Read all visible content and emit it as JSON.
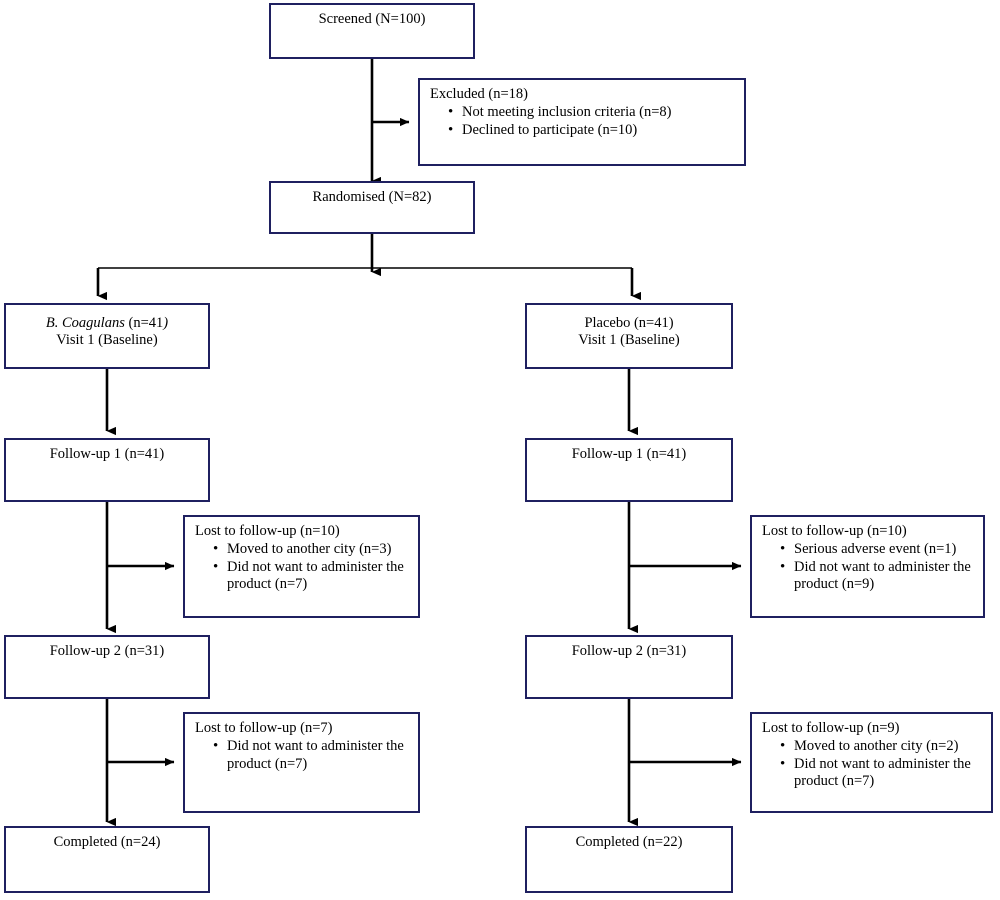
{
  "diagram": {
    "type": "consort-flow-diagram",
    "title": "CONSORT participant flow diagram",
    "colors": {
      "box_border": "#1f2060",
      "connector": "#000000",
      "background": "#ffffff",
      "text": "#000000"
    }
  },
  "nodes": {
    "screened": {
      "label": "Screened (N=100)",
      "count": 100
    },
    "excluded": {
      "heading": "Excluded (n=18)",
      "count": 18,
      "reasons": [
        "Not meeting inclusion criteria (n=8)",
        "Declined to participate (n=10)"
      ]
    },
    "randomised": {
      "label": "Randomised (N=82)",
      "count": 82
    },
    "arm_treatment": {
      "line1_italic": "B. Coagulans",
      "line1_rest": " (n=41",
      "line1_tail": ")",
      "line2": "Visit 1 (Baseline)",
      "count": 41
    },
    "arm_placebo": {
      "line1": "Placebo (n=41)",
      "line2": "Visit 1 (Baseline)",
      "count": 41
    },
    "treatment_followup1": {
      "label": "Follow-up 1 (n=41)",
      "count": 41
    },
    "placebo_followup1": {
      "label": "Follow-up 1 (n=41)",
      "count": 41
    },
    "treatment_lost1": {
      "heading": "Lost to follow-up (n=10)",
      "count": 10,
      "reasons": [
        "Moved to another city (n=3)",
        "Did not want to administer the product (n=7)"
      ]
    },
    "placebo_lost1": {
      "heading": "Lost to follow-up (n=10)",
      "count": 10,
      "reasons": [
        "Serious adverse event (n=1)",
        "Did not want to administer the product (n=9)"
      ]
    },
    "treatment_followup2": {
      "label": "Follow-up 2 (n=31)",
      "count": 31
    },
    "placebo_followup2": {
      "label": "Follow-up 2 (n=31)",
      "count": 31
    },
    "treatment_lost2": {
      "heading": "Lost to follow-up (n=7)",
      "count": 7,
      "reasons": [
        "Did not want to administer the product (n=7)"
      ]
    },
    "placebo_lost2": {
      "heading": "Lost to follow-up (n=9)",
      "count": 9,
      "reasons": [
        "Moved to another city (n=2)",
        "Did not want to administer the product (n=7)"
      ]
    },
    "treatment_completed": {
      "label": "Completed (n=24)",
      "count": 24
    },
    "placebo_completed": {
      "label": "Completed (n=22)",
      "count": 22
    }
  }
}
